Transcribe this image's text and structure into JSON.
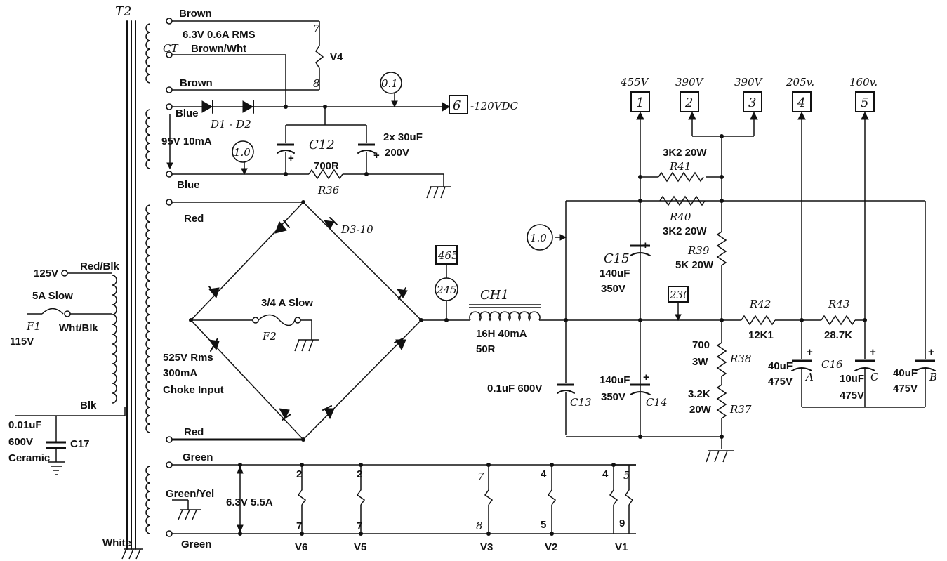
{
  "transformer": {
    "name": "T2",
    "white_label": "White",
    "heater_top": {
      "top_label": "Brown",
      "rating": "6.3V 0.6A RMS",
      "ct_label": "CT",
      "ct_wire": "Brown/Wht",
      "bottom_label": "Brown"
    },
    "bias_winding": {
      "top_label": "Blue",
      "rating": "95V 10mA",
      "bottom_label": "Blue"
    },
    "hv_winding": {
      "top_label": "Red",
      "rating_1": "525V Rms",
      "rating_2": "300mA",
      "rating_3": "Choke Input",
      "bottom_label": "Red"
    },
    "heater_bottom": {
      "top_label": "Green",
      "ct_label": "Green/Yel",
      "rating": "6.3V 5.5A",
      "bottom_label": "Green"
    }
  },
  "primary": {
    "tap_125": "125V",
    "red_blk": "Red/Blk",
    "fuse_rating": "5A Slow",
    "fuse_name": "F1",
    "wht_blk": "Wht/Blk",
    "tap_115": "115V",
    "blk": "Blk",
    "cap_value": "0.01uF",
    "cap_voltage": "600V",
    "cap_type": "Ceramic",
    "cap_name": "C17"
  },
  "v4": {
    "name": "V4",
    "pin_top": "7",
    "pin_bottom": "8"
  },
  "bias_supply": {
    "diodes": "D1 - D2",
    "test_point_1": "0.1",
    "output_box": "6",
    "output_label": "-120VDC",
    "cap_name": "C12",
    "cap_value": "2x 30uF",
    "cap_voltage": "200V",
    "test_point_2": "1.0",
    "resistor_value": "700R",
    "resistor_name": "R36",
    "plus": "+"
  },
  "bridge": {
    "diodes": "D3-10",
    "fuse_rating": "3/4 A Slow",
    "fuse_name": "F2"
  },
  "choke": {
    "meter_top": "465",
    "meter_bottom": "245",
    "name": "CH1",
    "value": "16H 40mA",
    "resistance": "50R",
    "test_point": "1.0",
    "c13_value": "0.1uF 600V",
    "c13_name": "C13"
  },
  "filter": {
    "c15_name": "C15",
    "c15_value": "140uF",
    "c15_voltage": "350V",
    "c14_name": "C14",
    "c14_value": "140uF",
    "c14_voltage": "350V",
    "r41_value": "3K2 20W",
    "r41_name": "R41",
    "r40_name": "R40",
    "r40_value": "3K2 20W",
    "r39_name": "R39",
    "r39_value": "5K 20W",
    "test_230": "230",
    "r42_name": "R42",
    "r42_value": "12K1",
    "r43_name": "R43",
    "r43_value": "28.7K",
    "r38_value_1": "700",
    "r38_value_2": "3W",
    "r38_name": "R38",
    "r37_value_1": "3.2K",
    "r37_value_2": "20W",
    "r37_name": "R37",
    "c16_name": "C16",
    "c16a_value": "40uF",
    "c16a_voltage": "475V",
    "c16a_section": "A",
    "c16c_value": "10uF",
    "c16c_voltage": "475V",
    "c16c_section": "C",
    "c16b_value": "40uF",
    "c16b_voltage": "475V",
    "c16b_section": "B",
    "plus": "+"
  },
  "outputs": [
    {
      "number": "1",
      "voltage": "455V"
    },
    {
      "number": "2",
      "voltage": "390V"
    },
    {
      "number": "3",
      "voltage": "390V"
    },
    {
      "number": "4",
      "voltage": "205v."
    },
    {
      "number": "5",
      "voltage": "160v."
    }
  ],
  "heaters": [
    {
      "tube": "V6",
      "pin_top": "2",
      "pin_bottom": "7"
    },
    {
      "tube": "V5",
      "pin_top": "2",
      "pin_bottom": "7"
    },
    {
      "tube": "V3",
      "pin_top": "7",
      "pin_bottom": "8"
    },
    {
      "tube": "V2",
      "pin_top": "4",
      "pin_bottom": "5"
    },
    {
      "tube": "V1",
      "pin_top": "4",
      "pin_top_2": "5",
      "pin_bottom": "9"
    }
  ]
}
